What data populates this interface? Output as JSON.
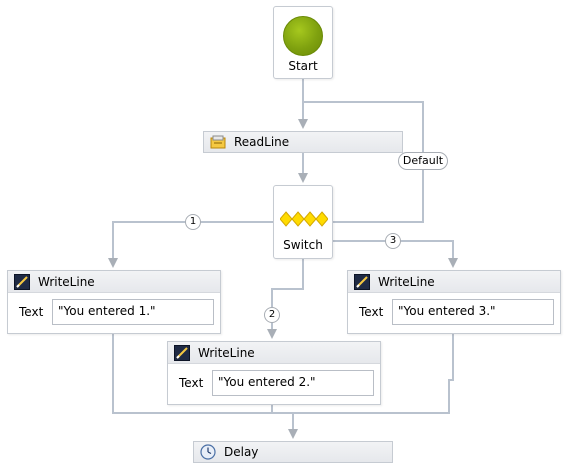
{
  "start": {
    "label": "Start"
  },
  "readline": {
    "label": "ReadLine",
    "icon": "readline-icon"
  },
  "switch": {
    "label": "Switch",
    "icon": "switch-diamonds-icon"
  },
  "cases": [
    {
      "label": "1"
    },
    {
      "label": "2"
    },
    {
      "label": "3"
    }
  ],
  "default_case": {
    "label": "Default"
  },
  "writelines": [
    {
      "title": "WriteLine",
      "field_label": "Text",
      "value": "\"You entered 1.\""
    },
    {
      "title": "WriteLine",
      "field_label": "Text",
      "value": "\"You entered 2.\""
    },
    {
      "title": "WriteLine",
      "field_label": "Text",
      "value": "\"You entered 3.\""
    }
  ],
  "delay": {
    "label": "Delay",
    "icon": "clock-icon"
  },
  "colors": {
    "connector": "#b9c2ce",
    "start_fill": "#7fa10f",
    "switch_diamond": "#ffdb00",
    "node_border": "#c6cbd2"
  }
}
